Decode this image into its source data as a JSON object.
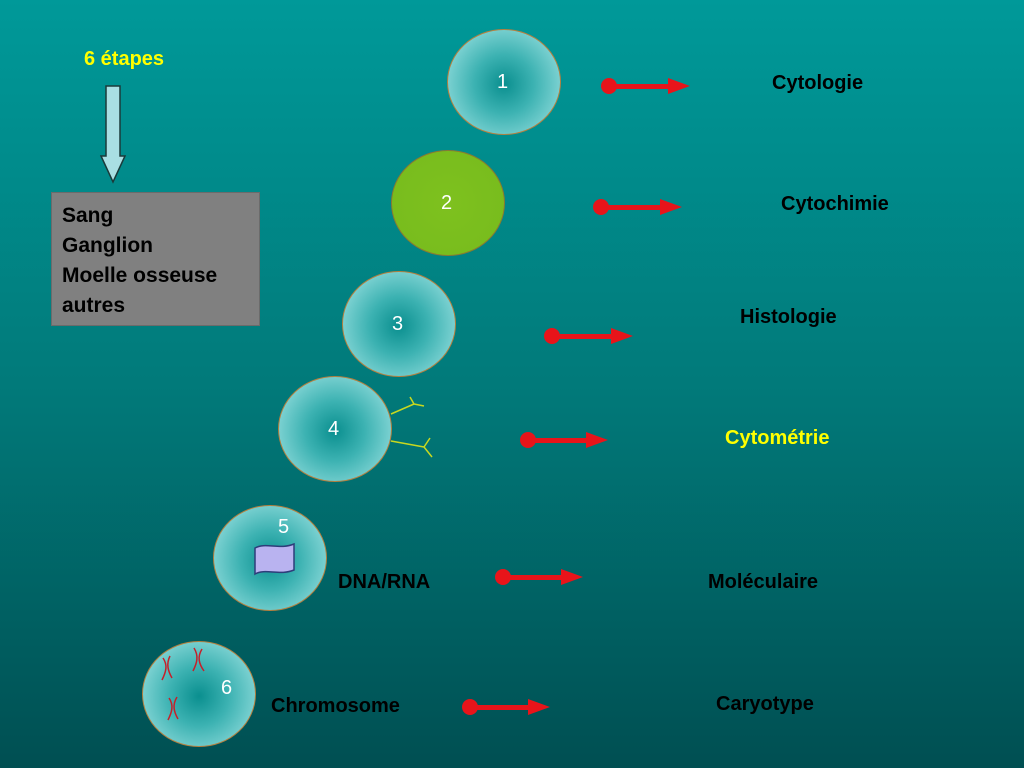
{
  "title": "6 étapes",
  "sources": [
    "Sang",
    "Ganglion",
    "Moelle osseuse",
    "autres"
  ],
  "steps": [
    {
      "num": "1",
      "method": "Cytologie"
    },
    {
      "num": "2",
      "method": "Cytochimie"
    },
    {
      "num": "3",
      "method": "Histologie"
    },
    {
      "num": "4",
      "method": "Cytométrie"
    },
    {
      "num": "5",
      "method": "Moléculaire",
      "label": "DNA/RNA"
    },
    {
      "num": "6",
      "method": "Caryotype",
      "label": "Chromosome"
    }
  ],
  "colors": {
    "arrow": "#e8141a",
    "highlight": "#ffff00",
    "cell_green": "#7ec11f",
    "dna_fill": "#b9b3f0"
  }
}
